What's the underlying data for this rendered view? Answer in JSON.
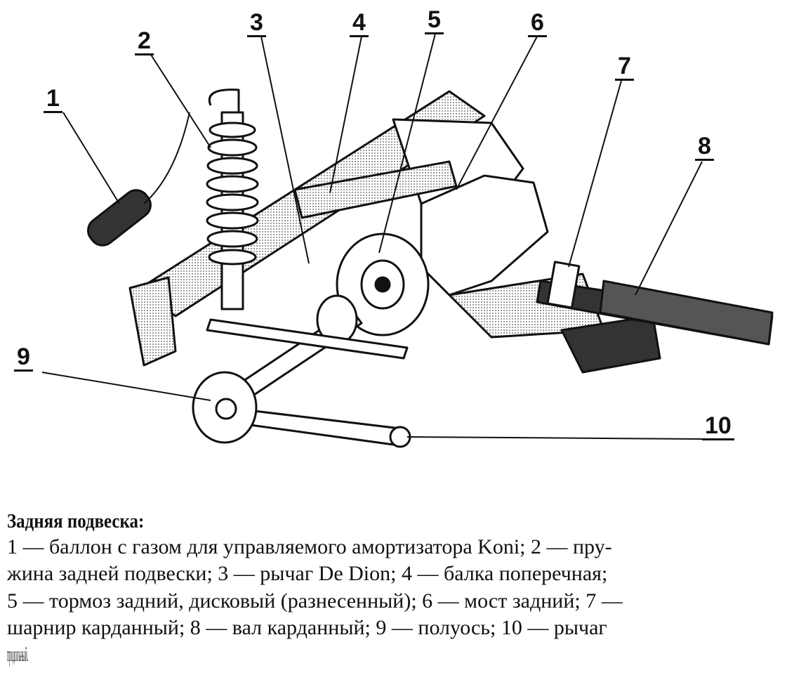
{
  "figure": {
    "callouts": [
      "1",
      "2",
      "3",
      "4",
      "5",
      "6",
      "7",
      "8",
      "9",
      "10"
    ]
  },
  "caption": {
    "title": "Задняя подвеска:",
    "lines": [
      "1 — баллон с газом для управляемого амортизатора Koni; 2 — пру-",
      "жина задней подвески; 3 — рычаг De Dion; 4 — балка поперечная;",
      "5 — тормоз задний, дисковый (разнесенный); 6 — мост задний; 7 —",
      "шарнир карданный; 8 — вал карданный; 9 — полуось; 10 — рычаг",
      "продольный."
    ]
  }
}
